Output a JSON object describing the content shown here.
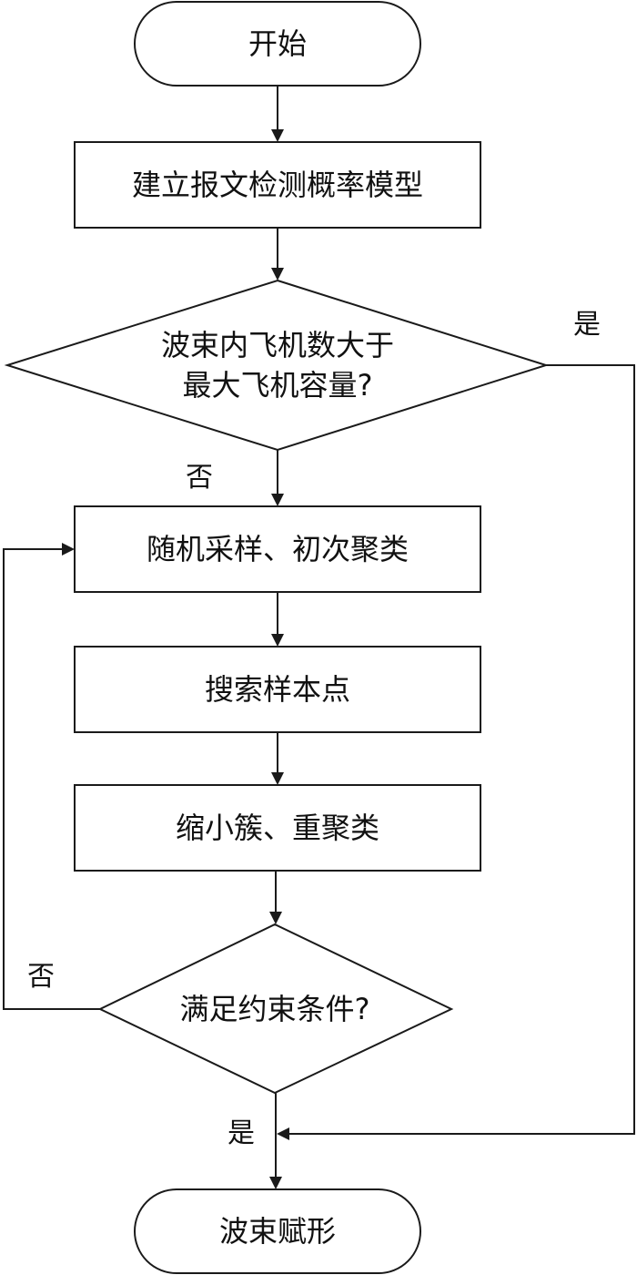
{
  "nodes": {
    "start": {
      "text": "开始"
    },
    "build_model": {
      "text": "建立报文检测概率模型"
    },
    "capacity_check": {
      "line1": "波束内飞机数大于",
      "line2": "最大飞机容量?"
    },
    "initial_clustering": {
      "text": "随机采样、初次聚类"
    },
    "search_samples": {
      "text": "搜索样本点"
    },
    "shrink_recluster": {
      "text": "缩小簇、重聚类"
    },
    "constraint_check": {
      "text": "满足约束条件?"
    },
    "beamforming": {
      "text": "波束赋形"
    }
  },
  "edge_labels": {
    "capacity_yes": "是",
    "capacity_no": "否",
    "constraint_no": "否",
    "constraint_yes": "是"
  }
}
